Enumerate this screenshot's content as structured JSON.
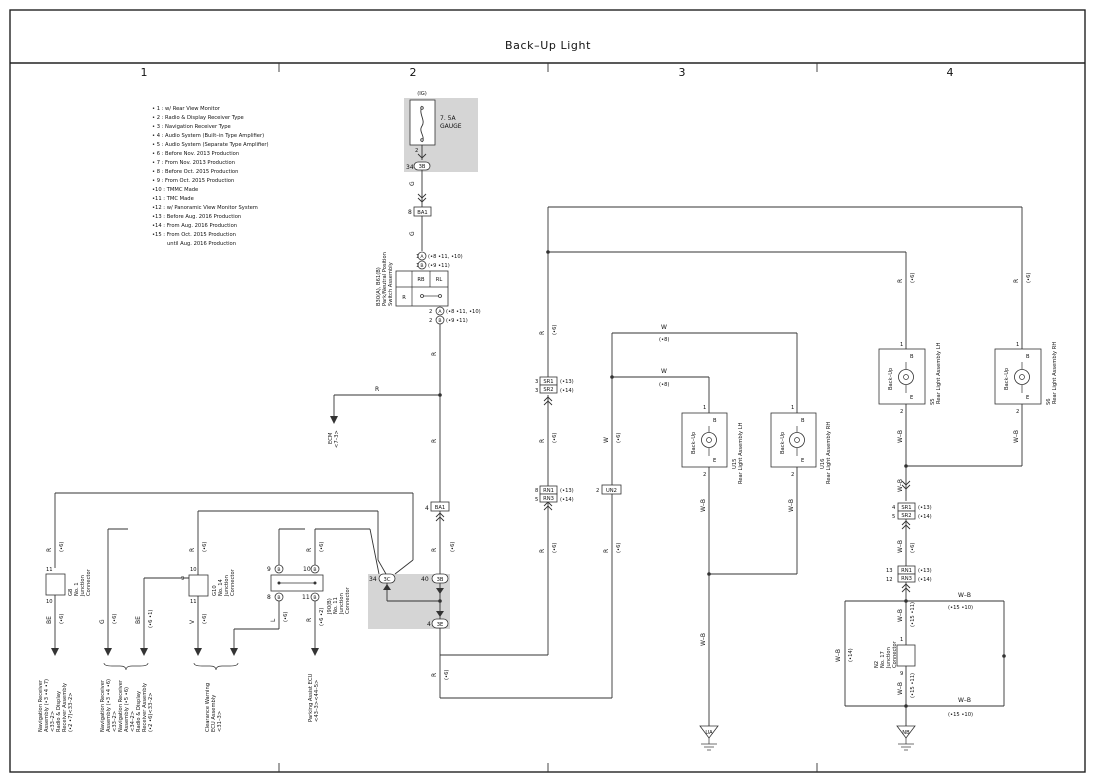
{
  "title": "Back–Up Light",
  "zones": [
    "1",
    "2",
    "3",
    "4"
  ],
  "notes": [
    "• 1 : w/ Rear View Monitor",
    "• 2 : Radio & Display Receiver Type",
    "• 3 : Navigation Receiver Type",
    "• 4 : Audio System (Built–in Type Amplifier)",
    "• 5 : Audio System (Separate Type Amplifier)",
    "• 6 : Before Nov.  2013 Production",
    "• 7 : From Nov.  2013 Production",
    "• 8 : Before Oct.  2015 Production",
    "• 9 : From Oct.  2015 Production",
    "•10 : TMMC Made",
    "•11 : TMC Made",
    "•12 : w/ Panoramic View Monitor System",
    "•13 : Before Aug.  2016 Production",
    "•14 : From Aug.  2016 Production",
    "•15 : From Oct.  2015 Production",
    "until Aug.  2016 Production"
  ],
  "fuse": {
    "supply": "(IG)",
    "rating": "7. 5A",
    "name": "GAUGE",
    "pin": "2",
    "conn_pin": "34",
    "conn": "3B"
  },
  "wire_colors": {
    "g": "G",
    "r": "R",
    "w": "W",
    "be": "BE",
    "v": "V",
    "l": "L",
    "wb": "W–B"
  },
  "conditions": {
    "c6": "(•6)",
    "c8": "(•8)",
    "c13": "(•13)",
    "c14": "(•14)",
    "c14_alt": "(•14)",
    "c15_11": "(•15 •11)",
    "c15_10": "(•15 •10)",
    "c6_1": "(•6 •1)",
    "c6_2": "(•6 •2)",
    "a_cond": "(•8 •11, •10)",
    "b_cond": "(•9 •11)"
  },
  "connectors": {
    "ba1": "BA1",
    "sr1": "SR1",
    "sr2": "SR2",
    "rn1": "RN1",
    "rn3": "RN3",
    "un2": "UN2",
    "c3c": "3C",
    "c3b": "3B",
    "c3e": "3E",
    "ca": "A",
    "cb": "B"
  },
  "pins": {
    "p1": "1",
    "p2": "2",
    "p3": "3",
    "p4": "4",
    "p5": "5",
    "p6": "6",
    "p8": "8",
    "p9": "9",
    "p10": "10",
    "p11": "11",
    "p12": "12",
    "p13": "13",
    "p34": "34",
    "p40": "40"
  },
  "switch": {
    "label_1": "B30(A), B61(B)",
    "label_2": "Park/Neutral Position",
    "label_3": "Switch Assembly",
    "rb": "RB",
    "rl": "RL",
    "r": "R"
  },
  "lamps": {
    "function": "Back–Up",
    "b": "B",
    "e": "E",
    "u15_code": "U15",
    "u16_code": "U16",
    "s5_code": "S5",
    "s6_code": "S6",
    "lh": "Rear Light Assembly LH",
    "rh": "Rear Light Assembly RH"
  },
  "junctions": {
    "g8_code": "G8",
    "g8_name": "No. 1",
    "g8_type": "Junction",
    "g10_code": "G10",
    "g10_name": "No. 14",
    "g10_type": "Junction",
    "j90_code": "J90(B)",
    "j90_name": "No. 11",
    "j90_type": "Junction",
    "n2_code": "N2",
    "n2_name": "No. 17",
    "n2_type": "Junction",
    "conn_word": "Connector"
  },
  "destinations": {
    "ecm_1": "ECM",
    "ecm_2": "<7–3>",
    "nav1_1": "Navigation Receiver",
    "nav1_2": "Assembly (•3 •4 •7)",
    "nav1_3": "<33–2>",
    "nav1_4": "Radio & Display",
    "nav1_5": "Receiver Assembly",
    "nav1_6": "(•2 •7)<33–2>",
    "nav2_1": "Navigation Receiver",
    "nav2_2": "Assembly (•3 •4 •6)",
    "nav2_3": "<33–2>",
    "nav2_4": "Navigation Receiver",
    "nav2_5": "Assembly (•5 •6)",
    "nav2_6": "<34–2>",
    "nav2_7": "Radio & Display",
    "nav2_8": "Receiver Assembly",
    "nav2_9": "(•2 •6)<33–2>",
    "cw_1": "Clearance Warning",
    "cw_2": "ECU Assembly",
    "cw_3": "<31–3>",
    "pa_1": "Parking Assist ECU",
    "pa_2": "<43–3><44–5>"
  },
  "grounds": {
    "ua": "UA",
    "nb": "NB"
  }
}
